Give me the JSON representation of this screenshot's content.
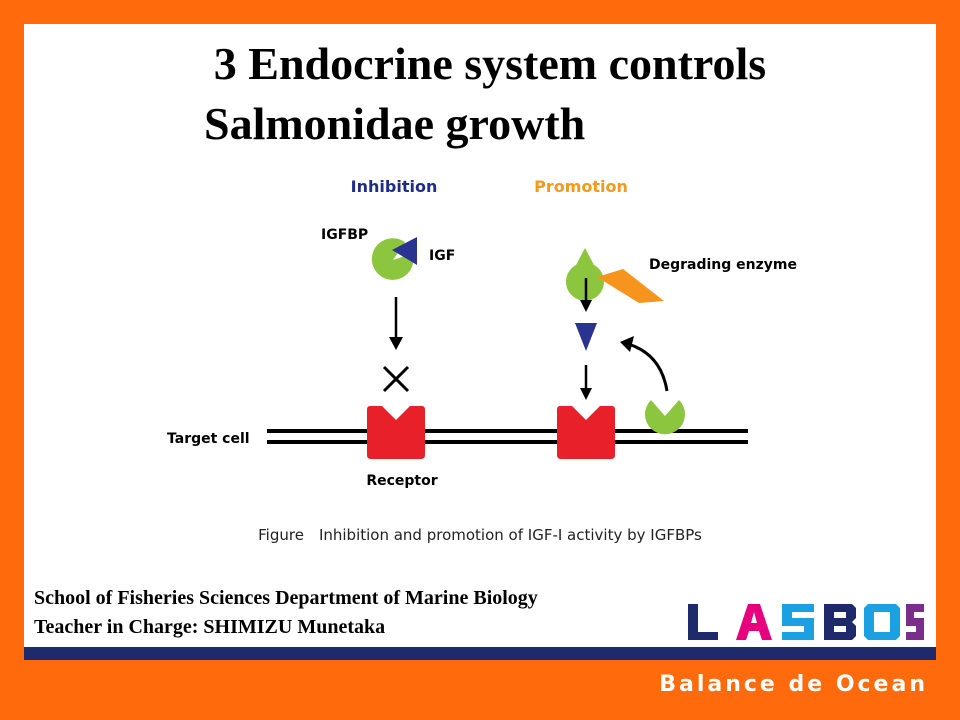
{
  "title": {
    "line1": "3 Endocrine system controls",
    "line2": "Salmonidae growth"
  },
  "diagram": {
    "inhibition_label": "Inhibition",
    "promotion_label": "Promotion",
    "igfbp_label": "IGFBP",
    "igf_label": "IGF",
    "degrading_enzyme_label": "Degrading enzyme",
    "target_cell_label": "Target cell",
    "receptor_label": "Receptor",
    "colors": {
      "inhibition": "#1f2d8a",
      "promotion": "#f39a1e",
      "igfbp": "#8cc63f",
      "igf": "#2b3390",
      "enzyme": "#f7941d",
      "receptor": "#e8202a"
    }
  },
  "caption": "Figure　Inhibition and promotion of IGF-I activity by IGFBPs",
  "footer": {
    "school": "School of Fisheries Sciences Department of Marine Biology",
    "teacher": "Teacher in Charge: SHIMIZU Munetaka",
    "logo_text": "LASBOS",
    "tagline": "Balance de Ocean"
  }
}
